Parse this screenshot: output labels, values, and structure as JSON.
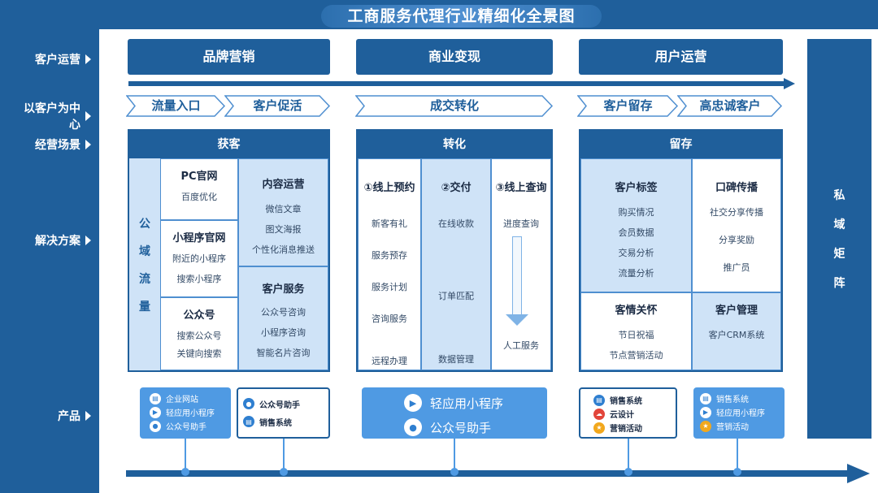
{
  "title": "工商服务代理行业精细化全景图",
  "left_labels": {
    "customer_operation": "客户运营",
    "customer_centric": "以客户为中心",
    "business_scene": "经营场景",
    "solution": "解决方案",
    "product": "产品"
  },
  "stages": [
    "品牌营销",
    "商业变现",
    "用户运营"
  ],
  "chevrons": [
    "流量入口",
    "客户促活",
    "成交转化",
    "客户留存",
    "高忠诚客户"
  ],
  "panels": {
    "acquire": {
      "header": "获客",
      "side_chars": [
        "公",
        "域",
        "流",
        "量"
      ],
      "pc": {
        "title": "PC官网",
        "items": [
          "百度优化"
        ]
      },
      "mini": {
        "title": "小程序官网",
        "items": [
          "附近的小程序",
          "搜索小程序"
        ]
      },
      "oa": {
        "title": "公众号",
        "items": [
          "搜索公众号",
          "关键向搜索"
        ]
      },
      "content": {
        "title": "内容运营",
        "items": [
          "微信文章",
          "图文海报",
          "个性化消息推送"
        ]
      },
      "service": {
        "title": "客户服务",
        "items": [
          "公众号咨询",
          "小程序咨询",
          "智能名片咨询"
        ]
      }
    },
    "convert": {
      "header": "转化",
      "col1": {
        "title": "①线上预约",
        "items": [
          "新客有礼",
          "服务预存",
          "服务计划",
          "咨询服务",
          "远程办理"
        ]
      },
      "col2": {
        "title": "②交付",
        "items": [
          "在线收款",
          "订单匹配",
          "数据管理"
        ]
      },
      "col3": {
        "title": "③线上查询",
        "items": [
          "进度查询",
          "人工服务"
        ]
      }
    },
    "retain": {
      "header": "留存",
      "tags": {
        "title": "客户标签",
        "items": [
          "购买情况",
          "会员数据",
          "交易分析",
          "流量分析"
        ]
      },
      "wom": {
        "title": "口碑传播",
        "items": [
          "社交分享传播",
          "分享奖励",
          "推广员"
        ]
      },
      "care": {
        "title": "客情关怀",
        "items": [
          "节日祝福",
          "节点营销活动"
        ]
      },
      "mgmt": {
        "title": "客户管理",
        "items": [
          "客户CRM系统"
        ]
      }
    }
  },
  "right_bar": [
    "私",
    "域",
    "矩",
    "阵"
  ],
  "products": {
    "p1": [
      "企业网站",
      "轻应用小程序",
      "公众号助手"
    ],
    "p2": [
      "公众号助手",
      "销售系统"
    ],
    "p3": [
      "轻应用小程序",
      "公众号助手"
    ],
    "p4": [
      "销售系统",
      "云设计",
      "营销活动"
    ],
    "p5": [
      "销售系统",
      "轻应用小程序",
      "营销活动"
    ]
  },
  "colors": {
    "primary": "#1f5f9b",
    "light": "#cfe3f7",
    "accent": "#4f9ae3"
  }
}
